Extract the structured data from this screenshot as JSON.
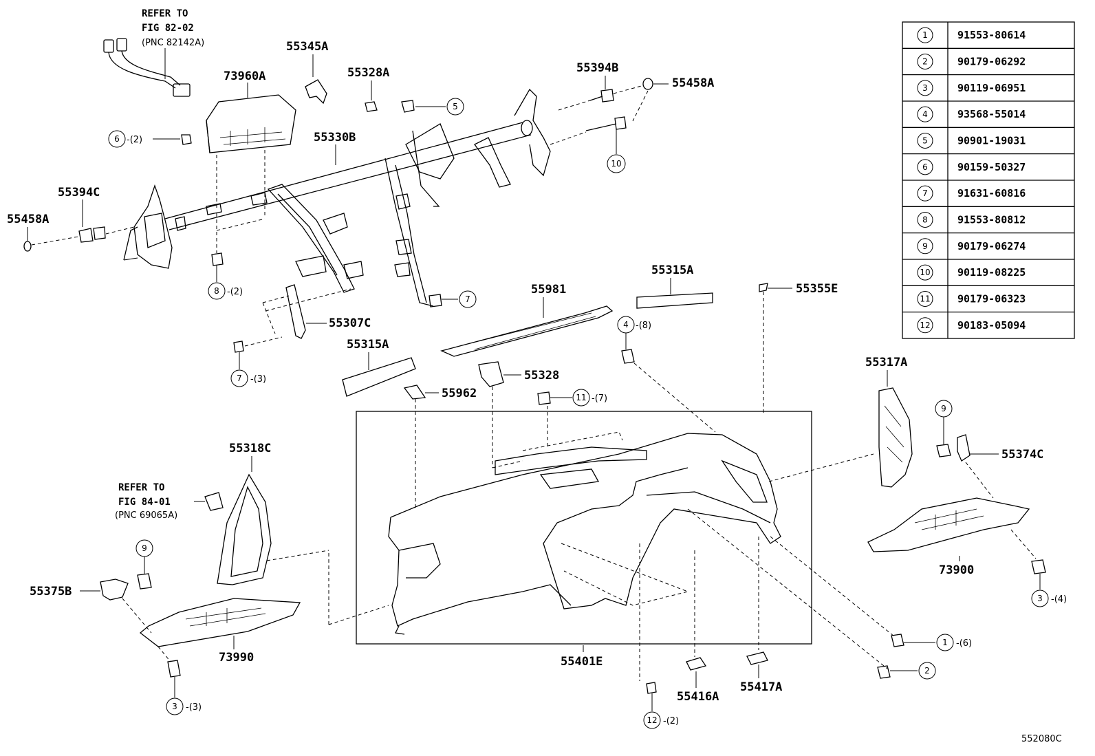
{
  "diagram": {
    "refs": {
      "wire_ref_l1": "REFER TO",
      "wire_ref_l2": "FIG 82-02",
      "wire_ref_pnc": "(PNC 82142A)",
      "duct_ref_l1": "REFER TO",
      "duct_ref_l2": "FIG 84-01",
      "duct_ref_pnc": "(PNC 69065A)"
    },
    "part_labels": {
      "p73960A": "73960A",
      "p55345A": "55345A",
      "p55328A": "55328A",
      "p55394B": "55394B",
      "p55458A_r": "55458A",
      "p55330B": "55330B",
      "p55394C": "55394C",
      "p55458A_l": "55458A",
      "p55307C": "55307C",
      "p55981": "55981",
      "p55315A_r": "55315A",
      "p55355E": "55355E",
      "p55315A_l": "55315A",
      "p55328": "55328",
      "p55962": "55962",
      "p55317A": "55317A",
      "p55374C": "55374C",
      "p55318C": "55318C",
      "p55375B": "55375B",
      "p73990": "73990",
      "p73900": "73900",
      "p55401E": "55401E",
      "p55416A": "55416A",
      "p55417A": "55417A"
    },
    "callouts": [
      {
        "num": "6",
        "qty": "-(2)"
      },
      {
        "num": "5",
        "qty": ""
      },
      {
        "num": "10",
        "qty": ""
      },
      {
        "num": "8",
        "qty": "-(2)"
      },
      {
        "num": "7",
        "qty": ""
      },
      {
        "num": "7",
        "qty": "-(3)"
      },
      {
        "num": "4",
        "qty": "-(8)"
      },
      {
        "num": "11",
        "qty": "-(7)"
      },
      {
        "num": "9",
        "qty": ""
      },
      {
        "num": "9",
        "qty": ""
      },
      {
        "num": "3",
        "qty": "-(3)"
      },
      {
        "num": "3",
        "qty": "-(4)"
      },
      {
        "num": "1",
        "qty": "-(6)"
      },
      {
        "num": "2",
        "qty": ""
      },
      {
        "num": "12",
        "qty": "-(2)"
      }
    ],
    "code": "552080C"
  },
  "parts_table": [
    {
      "num": "1",
      "part": "91553-80614"
    },
    {
      "num": "2",
      "part": "90179-06292"
    },
    {
      "num": "3",
      "part": "90119-06951"
    },
    {
      "num": "4",
      "part": "93568-55014"
    },
    {
      "num": "5",
      "part": "90901-19031"
    },
    {
      "num": "6",
      "part": "90159-50327"
    },
    {
      "num": "7",
      "part": "91631-60816"
    },
    {
      "num": "8",
      "part": "91553-80812"
    },
    {
      "num": "9",
      "part": "90179-06274"
    },
    {
      "num": "10",
      "part": "90119-08225"
    },
    {
      "num": "11",
      "part": "90179-06323"
    },
    {
      "num": "12",
      "part": "90183-05094"
    }
  ]
}
